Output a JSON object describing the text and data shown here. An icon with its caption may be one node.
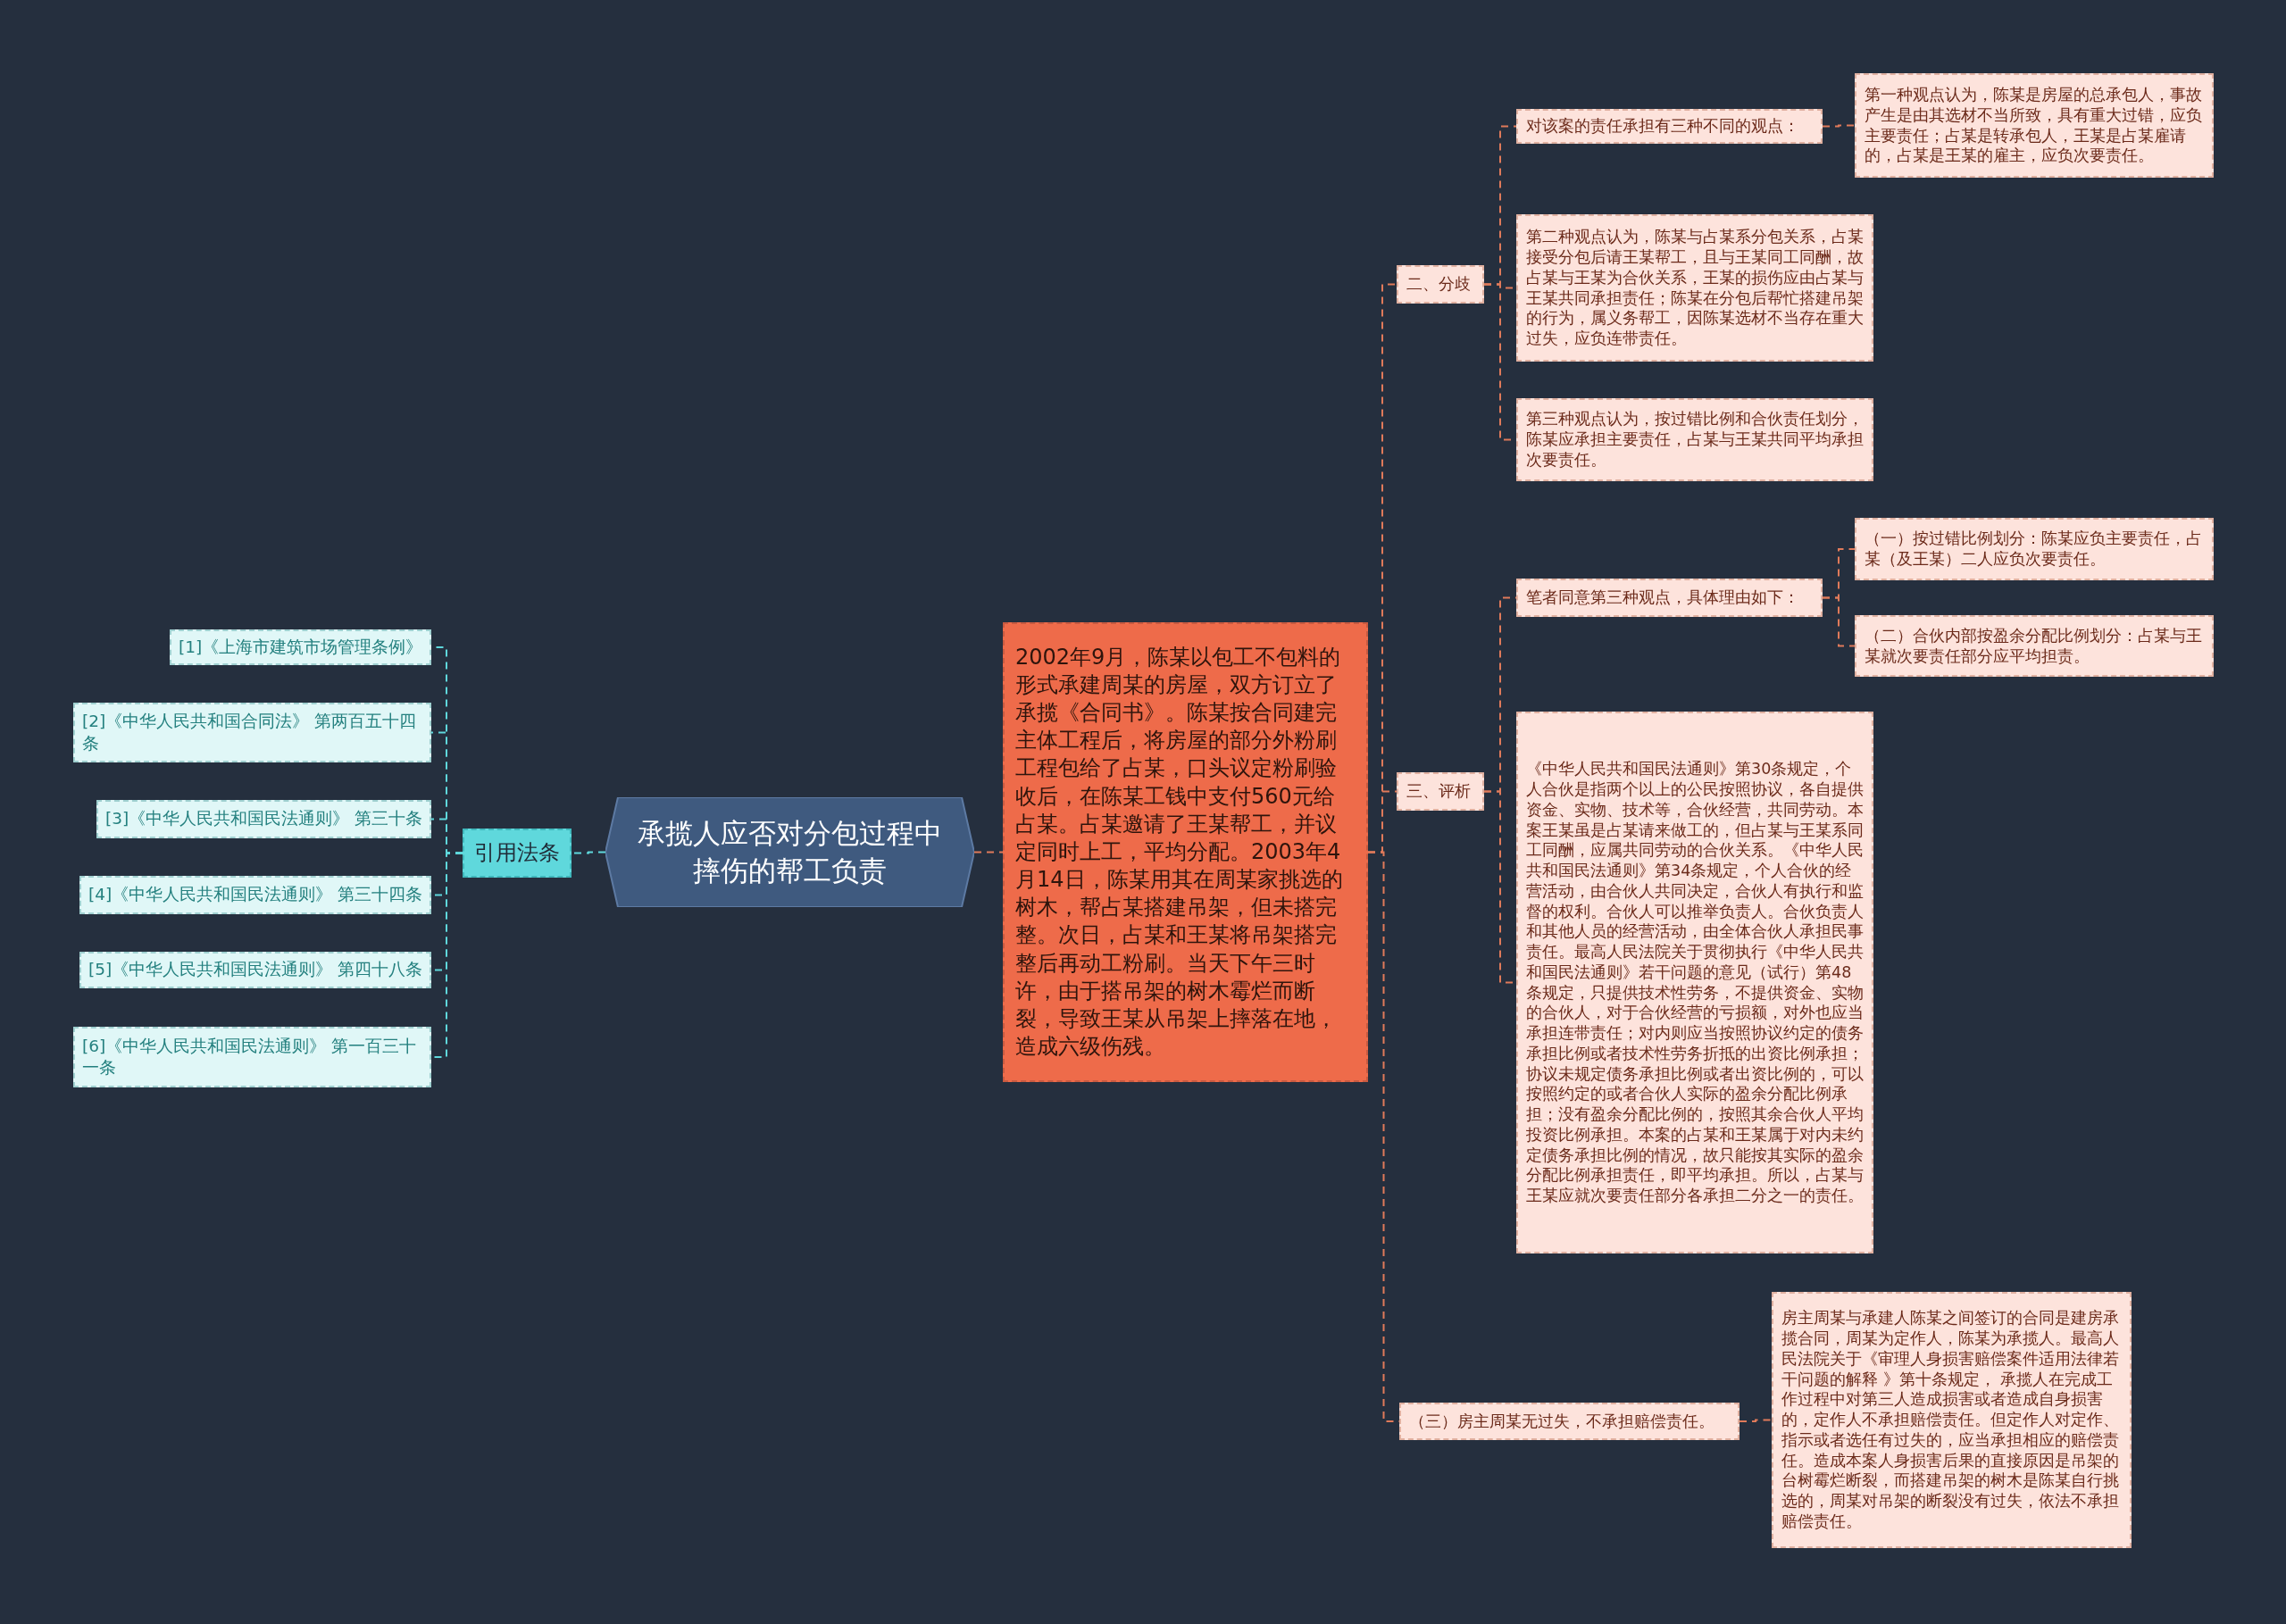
{
  "diagram": {
    "nodes": [
      {
        "text": [
          "承揽人应否对分包过程中摔伤的帮工负责"
        ]
      },
      {
        "text": [
          "引用法条"
        ]
      },
      {
        "text": [
          "[1]《上海市建筑市场管理条例》"
        ]
      },
      {
        "text": [
          "[2]《中华人民共和国合同法》 第两百五十四条"
        ]
      },
      {
        "text": [
          "[3]《中华人民共和国民法通则》 第三十条"
        ]
      },
      {
        "text": [
          "[4]《中华人民共和国民法通则》 第三十四条"
        ]
      },
      {
        "text": [
          "[5]《中华人民共和国民法通则》 第四十八条"
        ]
      },
      {
        "text": [
          "[6]《中华人民共和国民法通则》 第一百三十一条"
        ]
      },
      {
        "text": [
          "2002年9月，陈某以包工不包料的形式承建周某的房屋，双方订立了承揽《合同书》。陈某按合同建完主体工程后，将房屋的部分外粉刷工程包给了占某，口头议定粉刷验收后，在陈某工钱中支付560元给占某。占某邀请了王某帮工，并议定同时上工，平均分配。2003年4月14日，陈某用其在周某家挑选的树木，帮占某搭建吊架，但未搭完整。次日，占某和王某将吊架搭完整后再动工粉刷。当天下午三时许，由于搭吊架的树木霉烂而断裂，导致王某从吊架上摔落在地，造成六级伤残。"
        ]
      },
      {
        "text": [
          "二、分歧"
        ]
      },
      {
        "text": [
          "对该案的责任承担有三种不同的观点："
        ]
      },
      {
        "text": [
          "第一种观点认为，陈某是房屋的总承包人，事故产生是由其选材不当所致，具有重大过错，应负主要责任；占某是转承包人，王某是占某雇请的，占某是王某的雇主，应负次要责任。"
        ]
      },
      {
        "text": [
          "第二种观点认为，陈某与占某系分包关系，占某接受分包后请王某帮工，且与王某同工同酬，故占某与王某为合伙关系，王某的损伤应由占某与王某共同承担责任；陈某在分包后帮忙搭建吊架的行为，属义务帮工，因陈某选材不当存在重大过失，应负连带责任。"
        ]
      },
      {
        "text": [
          "第三种观点认为，按过错比例和合伙责任划分，陈某应承担主要责任，占某与王某共同平均承担次要责任。"
        ]
      },
      {
        "text": [
          "三、评析"
        ]
      },
      {
        "text": [
          "笔者同意第三种观点，具体理由如下："
        ]
      },
      {
        "text": [
          "（一）按过错比例划分：陈某应负主要责任，占某（及王某）二人应负次要责任。"
        ]
      },
      {
        "text": [
          "（二）合伙内部按盈余分配比例划分：占某与王某就次要责任部分应平均担责。"
        ]
      },
      {
        "text": [
          "《中华人民共和国民法通则》第30条规定，个人合伙是指两个以上的公民按照协议，各自提供资金、实物、技术等，合伙经营，共同劳动。本案王某虽是占某请来做工的，但占某与王某系同工同酬，应属共同劳动的合伙关系。《中华人民共和国民法通则》第34条规定，个人合伙的经营活动，由合伙人共同决定，合伙人有执行和监督的权利。合伙人可以推举负责人。合伙负责人和其他人员的经营活动，由全体合伙人承担民事责任。最高人民法院关于贯彻执行《中华人民共和国民法通则》若干问题的意见（试行）第48条规定，只提供技术性劳务，不提供资金、实物的合伙人，对于合伙经营的亏损额，对外也应当承担连带责任；对内则应当按照协议约定的债务承担比例或者技术性劳务折抵的出资比例承担；协议未规定债务承担比例或者出资比例的，可以按照约定的或者合伙人实际的盈余分配比例承担；没有盈余分配比例的，按照其余合伙人平均投资比例承担。本案的占某和王某属于对内未约定债务承担比例的情况，故只能按其实际的盈余分配比例承担责任，即平均承担。所以，占某与王某应就次要责任部分各承担二分之一的责任。"
        ]
      },
      {
        "text": [
          "（三）房主周某无过失，不承担赔偿责任。"
        ]
      },
      {
        "text": [
          "房主周某与承建人陈某之间签订的合同是建房承揽合同，周某为定作人，陈某为承揽人。最高人民法院关于《审理人身损害赔偿案件适用法律若干问题的解释 》第十条规定， 承揽人在完成工作过程中对第三人造成损害或者造成自身损害的，定作人不承担赔偿责任。但定作人对定作、指示或者选任有过失的，应当承担相应的赔偿责任。造成本案人身损害后果的直接原因是吊架的台树霉烂断裂，而搭建吊架的树木是陈某自行挑选的，周某对吊架的断裂没有过失，依法不承担赔偿责任。"
        ]
      }
    ],
    "edges": [
      {
        "from": 0,
        "to": 1,
        "arrow": "none",
        "color": "#5fd8dc"
      },
      {
        "from": 1,
        "to": 2,
        "arrow": "none",
        "color": "#5fd8dc"
      },
      {
        "from": 1,
        "to": 3,
        "arrow": "none",
        "color": "#5fd8dc"
      },
      {
        "from": 1,
        "to": 4,
        "arrow": "none",
        "color": "#5fd8dc"
      },
      {
        "from": 1,
        "to": 5,
        "arrow": "none",
        "color": "#5fd8dc"
      },
      {
        "from": 1,
        "to": 6,
        "arrow": "none",
        "color": "#5fd8dc"
      },
      {
        "from": 1,
        "to": 7,
        "arrow": "none",
        "color": "#5fd8dc"
      },
      {
        "from": 0,
        "to": 8,
        "arrow": "none"
      },
      {
        "from": 8,
        "to": 9,
        "arrow": "none"
      },
      {
        "from": 9,
        "to": 10,
        "arrow": "none"
      },
      {
        "from": 10,
        "to": 11,
        "arrow": "none"
      },
      {
        "from": 9,
        "to": 12,
        "arrow": "none"
      },
      {
        "from": 9,
        "to": 13,
        "arrow": "none"
      },
      {
        "from": 8,
        "to": 14,
        "arrow": "none"
      },
      {
        "from": 14,
        "to": 15,
        "arrow": "none"
      },
      {
        "from": 15,
        "to": 16,
        "arrow": "none"
      },
      {
        "from": 15,
        "to": 17,
        "arrow": "none"
      },
      {
        "from": 14,
        "to": 18,
        "arrow": "none"
      },
      {
        "from": 8,
        "to": 19,
        "arrow": "none"
      },
      {
        "from": 19,
        "to": 20,
        "arrow": "none"
      }
    ]
  }
}
